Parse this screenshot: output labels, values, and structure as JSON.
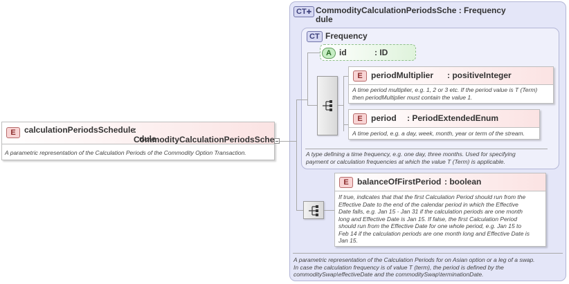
{
  "root_element": {
    "badge": "E",
    "name": "calculationPeriodsSchedule",
    "type_line1": ": CommodityCalculationPeriodsSche",
    "type_line2": "dule",
    "doc": "A parametric representation of the Calculation Periods of the Commodity Option Transaction."
  },
  "complex_type": {
    "badge": "CT",
    "title_line1": "CommodityCalculationPeriodsSche : Frequency",
    "title_line2": "dule",
    "doc_lines": [
      "A parametric representation of the Calculation Periods for on Asian option or a leg of a swap.",
      "In case the calculation frequency is of value T (term), the period is defined by the",
      "commoditySwap\\effectiveDate and the commoditySwap\\terminationDate."
    ]
  },
  "frequency_type": {
    "badge": "CT",
    "title": "Frequency",
    "doc_lines": [
      "A type defining a time frequency, e.g. one day, three months. Used for specifying",
      "payment or calculation frequencies at which the value T (Term) is applicable."
    ]
  },
  "attribute_id": {
    "badge": "A",
    "name": "id",
    "type": ": ID"
  },
  "period_multiplier": {
    "badge": "E",
    "name": "periodMultiplier",
    "type": ": positiveInteger",
    "doc_lines": [
      "A time period multiplier, e.g. 1, 2 or 3 etc. If the period value is T (Term)",
      "then periodMultiplier must contain the value 1."
    ]
  },
  "period": {
    "badge": "E",
    "name": "period",
    "type": ": PeriodExtendedEnum",
    "doc_lines": [
      "A time period, e.g. a day, week, month, year or term of the stream."
    ]
  },
  "balance_of_first_period": {
    "badge": "E",
    "name": "balanceOfFirstPeriod",
    "type": ": boolean",
    "doc_lines": [
      "If true, indicates that that the first Calculation Period should run from the",
      "Effective Date to the end of the calendar period in which the Effective",
      "Date falls, e.g. Jan 15 - Jan 31 if the calculation periods are one month",
      "long and Effective Date is Jan 15. If false, the first Calculation Period",
      "should run from the Effective Date for one whole period, e.g. Jan 15 to",
      "Feb 14 if the calculation periods are one month long and Effective Date is",
      "Jan 15."
    ]
  },
  "colors": {
    "element_badge": "#f8d4d4",
    "complex_type_bg": "#e4e6f8",
    "attribute_badge": "#c7eec4"
  }
}
